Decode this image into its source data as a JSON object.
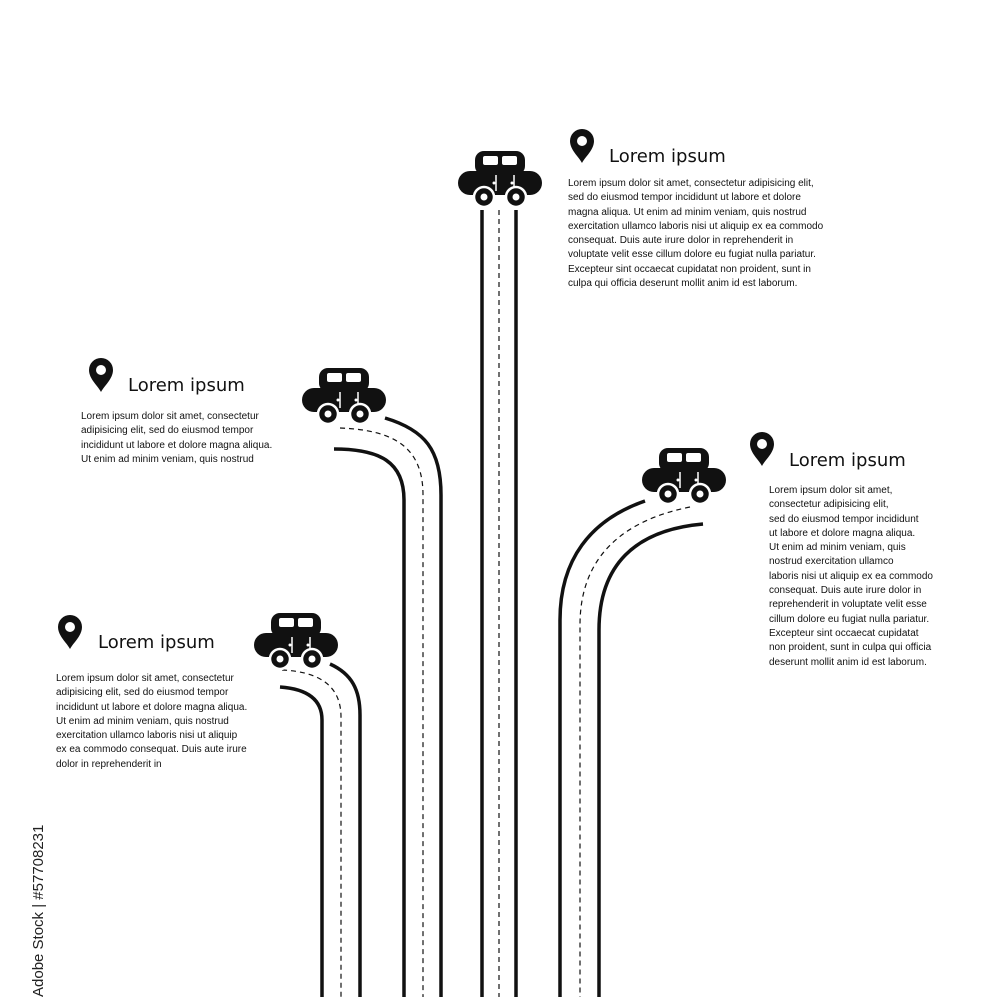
{
  "stock_id": "Adobe Stock | #57708231",
  "colors": {
    "ink": "#111111",
    "background": "#ffffff"
  },
  "icons": {
    "marker": "map-pin-icon",
    "vehicle": "car-icon"
  },
  "items": [
    {
      "title": "Lorem ipsum",
      "lines": [
        "Lorem ipsum dolor sit amet, consectetur adipisicing elit,",
        "sed do eiusmod tempor incididunt ut labore et dolore",
        "magna aliqua. Ut enim ad minim veniam, quis nostrud",
        "exercitation ullamco laboris nisi ut aliquip ex ea commodo",
        "consequat. Duis aute irure dolor in reprehenderit in",
        "voluptate velit esse cillum dolore eu fugiat nulla pariatur.",
        "Excepteur sint occaecat cupidatat non proident, sunt in",
        "culpa qui officia deserunt mollit anim id est laborum."
      ]
    },
    {
      "title": "Lorem ipsum",
      "lines": [
        "Lorem ipsum dolor sit amet, consectetur",
        "adipisicing elit, sed do eiusmod tempor",
        "incididunt ut labore et dolore magna aliqua.",
        "Ut enim ad minim veniam, quis nostrud"
      ]
    },
    {
      "title": "Lorem ipsum",
      "lines": [
        "Lorem ipsum dolor sit amet,",
        "consectetur adipisicing elit,",
        "sed do eiusmod tempor incididunt",
        "ut labore et dolore magna aliqua.",
        "Ut enim ad minim veniam, quis",
        "nostrud exercitation ullamco",
        "laboris nisi ut aliquip ex ea commodo",
        "consequat. Duis aute irure dolor in",
        "reprehenderit in voluptate velit esse",
        "cillum dolore eu fugiat nulla pariatur.",
        "Excepteur sint occaecat cupidatat",
        "non proident, sunt in culpa qui officia",
        "deserunt mollit anim id est laborum."
      ]
    },
    {
      "title": "Lorem ipsum",
      "lines": [
        "Lorem ipsum dolor sit amet, consectetur",
        "adipisicing elit, sed do eiusmod tempor",
        "incididunt ut labore et dolore magna aliqua.",
        "Ut enim ad minim veniam, quis nostrud",
        "exercitation ullamco laboris nisi ut aliquip",
        "ex ea commodo consequat. Duis aute irure",
        "dolor in reprehenderit in"
      ]
    }
  ]
}
